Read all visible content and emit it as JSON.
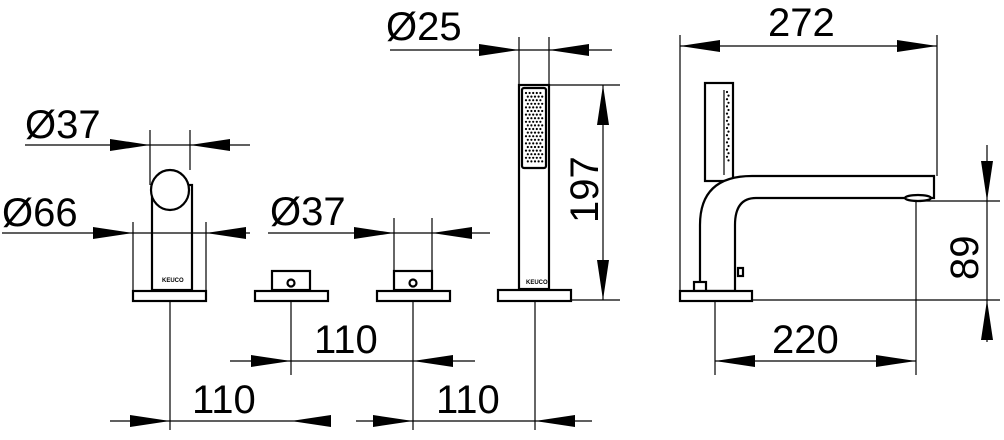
{
  "dimensions": {
    "d37_left": "Ø37",
    "d66": "Ø66",
    "d37_mid": "Ø37",
    "d25": "Ø25",
    "h197": "197",
    "w272": "272",
    "h89": "89",
    "w220": "220",
    "s110_top": "110",
    "s110_left": "110",
    "s110_right": "110"
  },
  "logo": {
    "mixer": "KEUCO",
    "shower": "KEUCO"
  },
  "icons": {
    "arrowhead": "filled-triangle-arrowhead"
  }
}
